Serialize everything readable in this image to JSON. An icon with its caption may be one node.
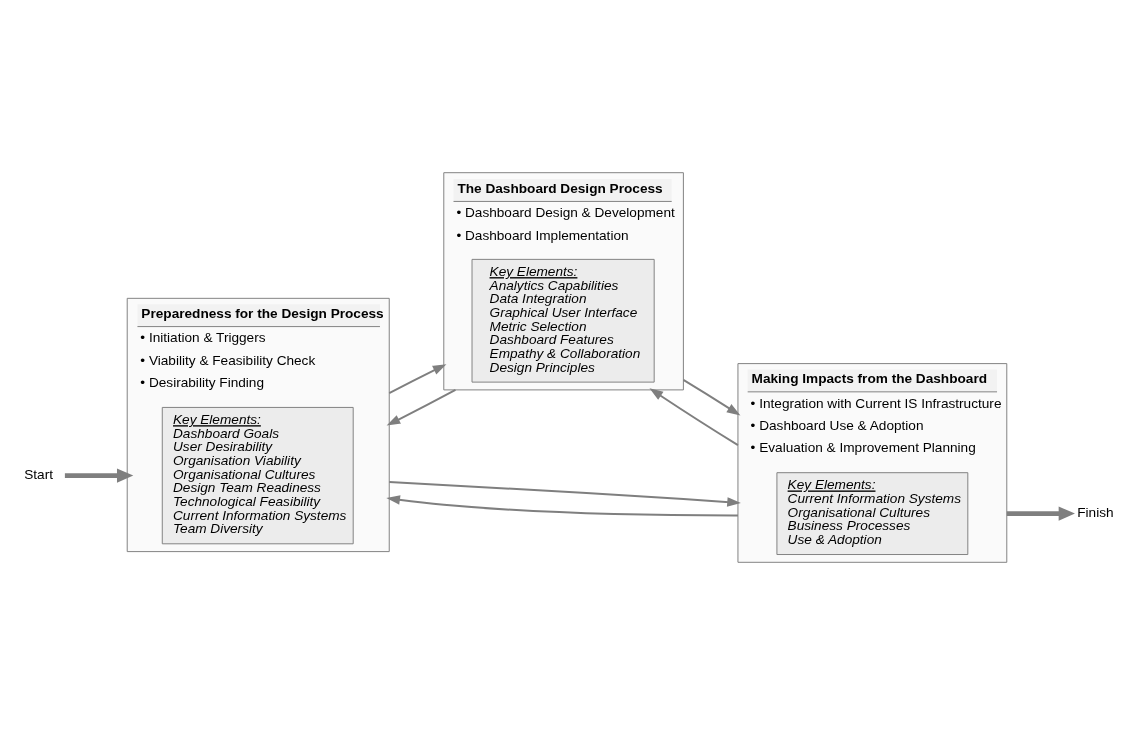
{
  "diagram": {
    "nodes": [
      {
        "text": [
          "Start"
        ]
      },
      {
        "text": [
          "Preparedness for the Design Process",
          "• Initiation & Triggers",
          "• Viability & Feasibility Check",
          "• Desirability Finding"
        ]
      },
      {
        "text": [
          "Key Elements:",
          "Dashboard Goals",
          "User Desirability",
          "Organisation Viability",
          "Organisational Cultures",
          "Design Team Readiness",
          "Technological Feasibility",
          "Current Information Systems",
          "Team Diversity"
        ],
        "in": 1
      },
      {
        "text": [
          "The Dashboard Design Process",
          "• Dashboard Design & Development",
          "• Dashboard Implementation"
        ]
      },
      {
        "text": [
          "Key Elements:",
          "Analytics Capabilities",
          "Data Integration",
          "Graphical User Interface",
          "Metric Selection",
          "Dashboard Features",
          "Empathy & Collaboration",
          "Design Principles"
        ],
        "in": 3
      },
      {
        "text": [
          "Making Impacts from the Dashboard",
          "• Integration with Current IS Infrastructure",
          "• Dashboard Use & Adoption",
          "• Evaluation & Improvement Planning"
        ]
      },
      {
        "text": [
          "Key Elements:",
          "Current Information Systems",
          "Organisational Cultures",
          "Business Processes",
          "Use & Adoption"
        ],
        "in": 5
      },
      {
        "text": [
          "Finish"
        ]
      }
    ],
    "edges": [
      {
        "from": 0,
        "to": 1,
        "arrow": "to",
        "style": "thick"
      },
      {
        "from": 1,
        "to": 5,
        "arrow": "to"
      },
      {
        "from": 1,
        "to": 3,
        "arrow": "to"
      },
      {
        "from": 3,
        "to": 1,
        "arrow": "to"
      },
      {
        "from": 3,
        "to": 5,
        "arrow": "to"
      },
      {
        "from": 5,
        "to": 3,
        "arrow": "to"
      },
      {
        "from": 5,
        "to": 1,
        "arrow": "to"
      },
      {
        "from": 5,
        "to": 7,
        "arrow": "to",
        "style": "thick"
      }
    ]
  }
}
